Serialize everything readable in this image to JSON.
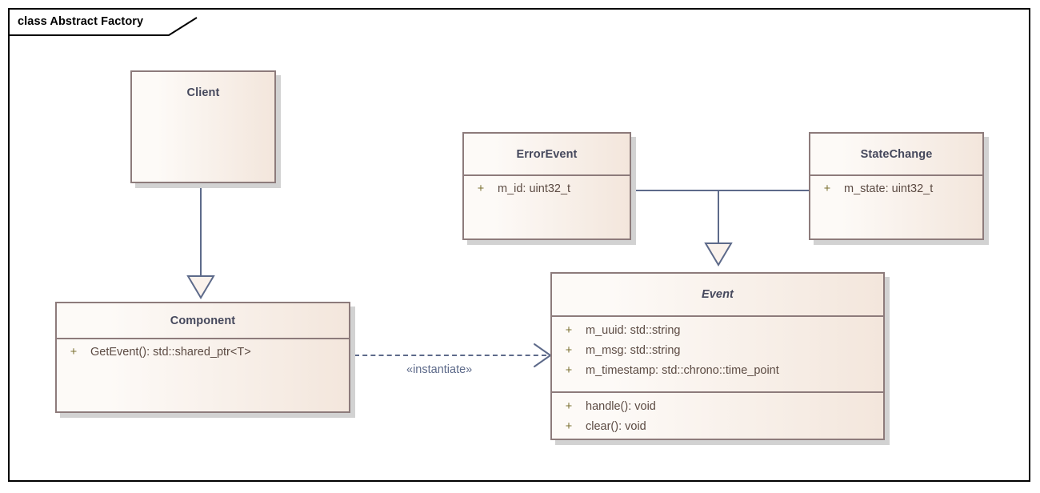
{
  "diagram": {
    "frame_title": "class Abstract Factory",
    "type": "uml-class-diagram"
  },
  "colors": {
    "class_border": "#8d7b7b",
    "class_fill_light": "#fdfaf7",
    "class_fill_dark": "#f3e6dc",
    "class_name_text": "#45485c",
    "member_text": "#5c4b43",
    "visibility_marker": "#7a7030",
    "connector": "#5d6a8a",
    "shadow": "#d2d2d2",
    "frame_border": "#000000"
  },
  "classes": {
    "client": {
      "name": "Client",
      "abstract": false,
      "attributes": [],
      "operations": []
    },
    "component": {
      "name": "Component",
      "abstract": false,
      "attributes": [
        {
          "visibility": "+",
          "text": "GetEvent(): std::shared_ptr<T>"
        }
      ],
      "operations": []
    },
    "error_event": {
      "name": "ErrorEvent",
      "abstract": false,
      "attributes": [
        {
          "visibility": "+",
          "text": "m_id: uint32_t"
        }
      ],
      "operations": []
    },
    "state_change": {
      "name": "StateChange",
      "abstract": false,
      "attributes": [
        {
          "visibility": "+",
          "text": "m_state: uint32_t"
        }
      ],
      "operations": []
    },
    "event": {
      "name": "Event",
      "abstract": true,
      "attributes": [
        {
          "visibility": "+",
          "text": "m_uuid: std::string"
        },
        {
          "visibility": "+",
          "text": "m_msg: std::string"
        },
        {
          "visibility": "+",
          "text": "m_timestamp: std::chrono::time_point"
        }
      ],
      "operations": [
        {
          "visibility": "+",
          "text": "handle(): void"
        },
        {
          "visibility": "+",
          "text": "clear(): void"
        }
      ]
    }
  },
  "relationships": {
    "client_component": {
      "kind": "generalization",
      "source": "Client",
      "target": "Component",
      "label": ""
    },
    "error_event_event": {
      "kind": "generalization",
      "source": "ErrorEvent",
      "target": "Event",
      "label": ""
    },
    "state_change_event": {
      "kind": "generalization",
      "source": "StateChange",
      "target": "Event",
      "label": ""
    },
    "component_event": {
      "kind": "dependency",
      "source": "Component",
      "target": "Event",
      "label": "«instantiate»"
    }
  }
}
